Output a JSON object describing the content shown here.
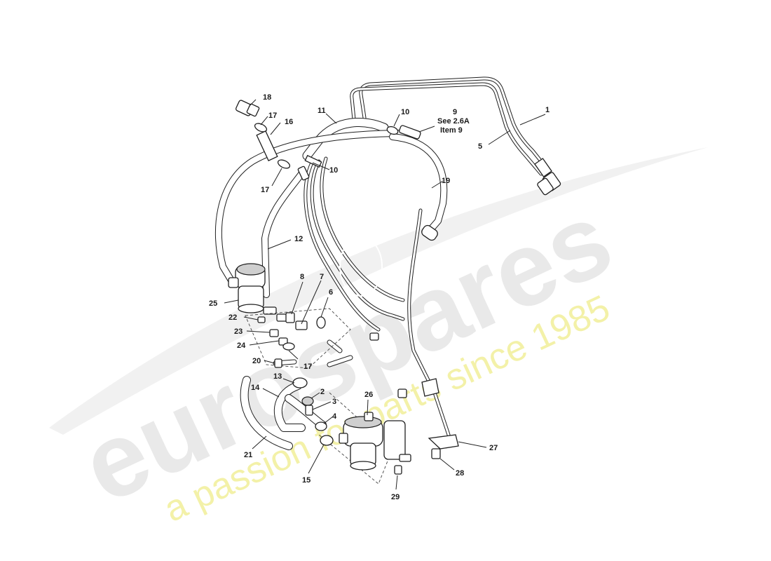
{
  "watermark": {
    "brand": "eurospares",
    "tagline": "a passion for parts since 1985"
  },
  "note": {
    "item": "9",
    "line1": "See  2.6A",
    "line2": "Item  9"
  },
  "callouts": [
    {
      "id": "c1",
      "text": "1"
    },
    {
      "id": "c2",
      "text": "2"
    },
    {
      "id": "c3",
      "text": "3"
    },
    {
      "id": "c4",
      "text": "4"
    },
    {
      "id": "c5",
      "text": "5"
    },
    {
      "id": "c6",
      "text": "6"
    },
    {
      "id": "c7",
      "text": "7"
    },
    {
      "id": "c8",
      "text": "8"
    },
    {
      "id": "c10a",
      "text": "10"
    },
    {
      "id": "c10b",
      "text": "10"
    },
    {
      "id": "c11",
      "text": "11"
    },
    {
      "id": "c12",
      "text": "12"
    },
    {
      "id": "c13",
      "text": "13"
    },
    {
      "id": "c14",
      "text": "14"
    },
    {
      "id": "c15",
      "text": "15"
    },
    {
      "id": "c16",
      "text": "16"
    },
    {
      "id": "c17a",
      "text": "17"
    },
    {
      "id": "c17b",
      "text": "17"
    },
    {
      "id": "c17c",
      "text": "17"
    },
    {
      "id": "c18",
      "text": "18"
    },
    {
      "id": "c19",
      "text": "19"
    },
    {
      "id": "c20",
      "text": "20"
    },
    {
      "id": "c21",
      "text": "21"
    },
    {
      "id": "c22",
      "text": "22"
    },
    {
      "id": "c23",
      "text": "23"
    },
    {
      "id": "c24",
      "text": "24"
    },
    {
      "id": "c25",
      "text": "25"
    },
    {
      "id": "c26",
      "text": "26"
    },
    {
      "id": "c27",
      "text": "27"
    },
    {
      "id": "c28",
      "text": "28"
    },
    {
      "id": "c29",
      "text": "29"
    }
  ],
  "colors": {
    "line": "#1f1f1f",
    "watermark_grey": "#e9e9e9",
    "watermark_yellow": "#f3f1a8"
  }
}
